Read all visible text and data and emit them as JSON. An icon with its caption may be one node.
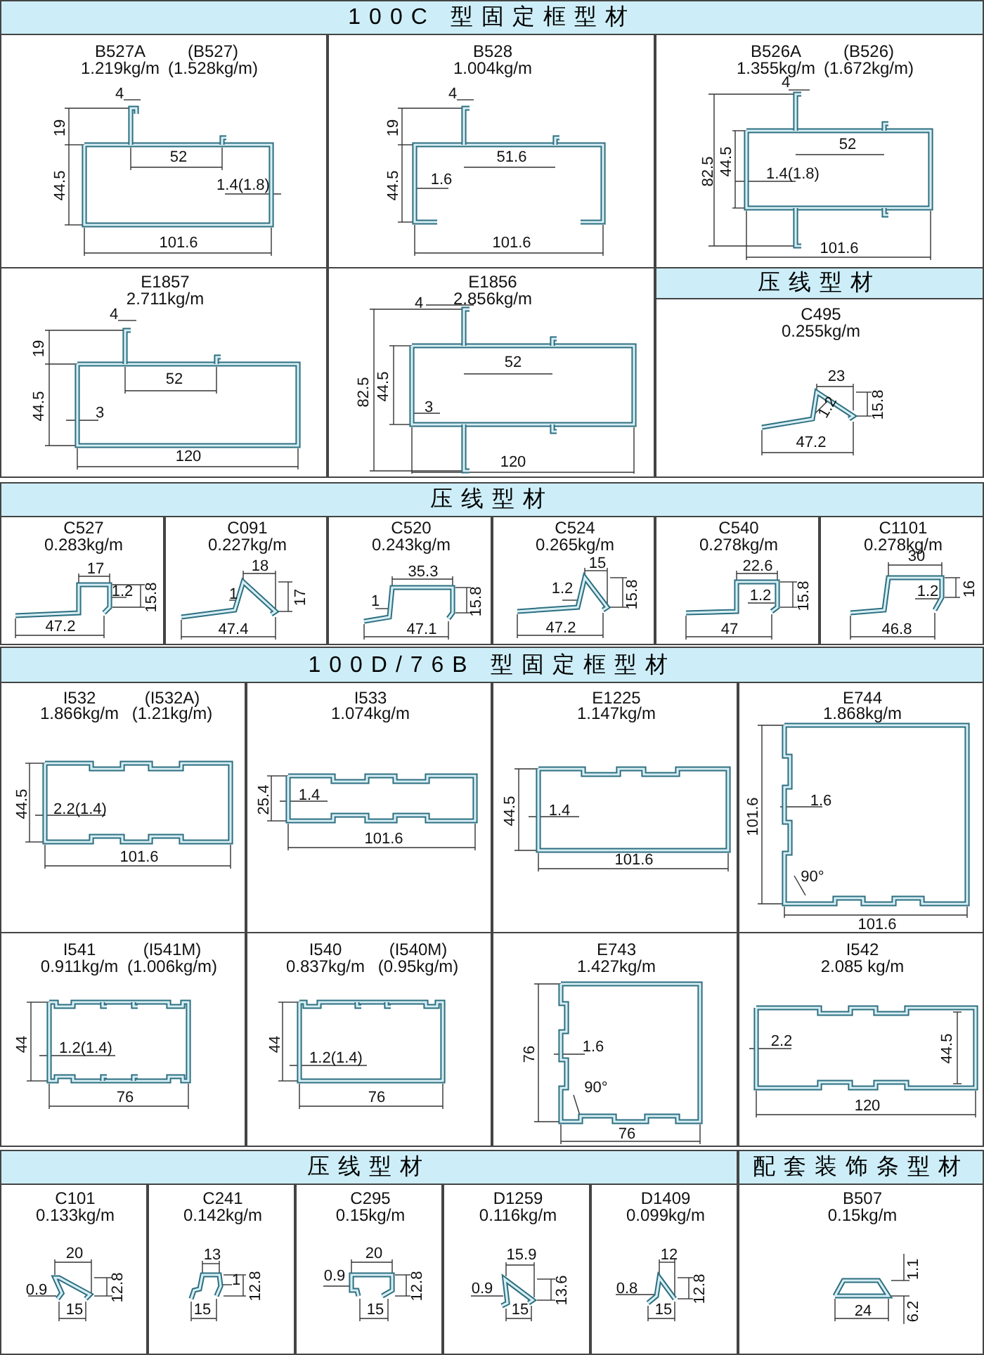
{
  "diagram": {
    "nodes": [
      {
        "text": [
          "100C 型固定框型材"
        ]
      },
      {
        "text": [
          "B527A",
          "(B527)",
          "1.219kg/m",
          "(1.528kg/m)",
          "4",
          "19",
          "52",
          "44.5",
          "1.4(1.8)",
          "101.6"
        ]
      },
      {
        "text": [
          "B528",
          "1.004kg/m",
          "4",
          "19",
          "51.6",
          "44.5",
          "1.6",
          "101.6"
        ]
      },
      {
        "text": [
          "B526A",
          "(B526)",
          "1.355kg/m",
          "(1.672kg/m)",
          "4",
          "82.5",
          "44.5",
          "52",
          "1.4(1.8)",
          "101.6"
        ]
      },
      {
        "text": [
          "E1857",
          "2.711kg/m",
          "4",
          "19",
          "52",
          "44.5",
          "3",
          "120"
        ]
      },
      {
        "text": [
          "E1856",
          "2.856kg/m",
          "4",
          "52",
          "82.5",
          "44.5",
          "3",
          "120"
        ]
      },
      {
        "text": [
          "压线型材"
        ]
      },
      {
        "text": [
          "C495",
          "0.255kg/m",
          "23",
          "1.2",
          "15.8",
          "47.2"
        ]
      },
      {
        "text": [
          "压线型材"
        ]
      },
      {
        "text": [
          "C527",
          "0.283kg/m",
          "17",
          "1.2",
          "15.8",
          "47.2"
        ]
      },
      {
        "text": [
          "C091",
          "0.227kg/m",
          "18",
          "1",
          "17",
          "47.4"
        ]
      },
      {
        "text": [
          "C520",
          "0.243kg/m",
          "35.3",
          "1",
          "15.8",
          "47.1"
        ]
      },
      {
        "text": [
          "C524",
          "0.265kg/m",
          "15",
          "1.2",
          "15.8",
          "47.2"
        ]
      },
      {
        "text": [
          "C540",
          "0.278kg/m",
          "22.6",
          "1.2",
          "15.8",
          "47"
        ]
      },
      {
        "text": [
          "C1101",
          "0.278kg/m",
          "30",
          "1.2",
          "16",
          "46.8"
        ]
      },
      {
        "text": [
          "100D/76B 型固定框型材"
        ]
      },
      {
        "text": [
          "I532",
          "(I532A)",
          "1.866kg/m",
          "(1.21kg/m)",
          "44.5",
          "2.2(1.4)",
          "101.6"
        ]
      },
      {
        "text": [
          "I533",
          "1.074kg/m",
          "25.4",
          "1.4",
          "101.6"
        ]
      },
      {
        "text": [
          "E1225",
          "1.147kg/m",
          "44.5",
          "1.4",
          "101.6"
        ]
      },
      {
        "text": [
          "E744",
          "1.868kg/m",
          "101.6",
          "1.6",
          "90°",
          "101.6"
        ]
      },
      {
        "text": [
          "I541",
          "(I541M)",
          "0.911kg/m",
          "(1.006kg/m)",
          "44",
          "1.2(1.4)",
          "76"
        ]
      },
      {
        "text": [
          "I540",
          "(I540M)",
          "0.837kg/m",
          "(0.95kg/m)",
          "44",
          "1.2(1.4)",
          "76"
        ]
      },
      {
        "text": [
          "E743",
          "1.427kg/m",
          "76",
          "1.6",
          "90°",
          "76"
        ]
      },
      {
        "text": [
          "I542",
          "2.085 kg/m",
          "2.2",
          "44.5",
          "120"
        ]
      },
      {
        "text": [
          "压线型材"
        ]
      },
      {
        "text": [
          "配套装饰条型材"
        ]
      },
      {
        "text": [
          "C101",
          "0.133kg/m",
          "20",
          "0.9",
          "12.8",
          "15"
        ]
      },
      {
        "text": [
          "C241",
          "0.142kg/m",
          "13",
          "1",
          "12.8",
          "15"
        ]
      },
      {
        "text": [
          "C295",
          "0.15kg/m",
          "20",
          "0.9",
          "12.8",
          "15"
        ]
      },
      {
        "text": [
          "D1259",
          "0.116kg/m",
          "15.9",
          "0.9",
          "13.6",
          "15"
        ]
      },
      {
        "text": [
          "D1409",
          "0.099kg/m",
          "12",
          "0.8",
          "12.8",
          "15"
        ]
      },
      {
        "text": [
          "B507",
          "0.15kg/m",
          "1.1",
          "24",
          "6.2"
        ]
      }
    ]
  }
}
